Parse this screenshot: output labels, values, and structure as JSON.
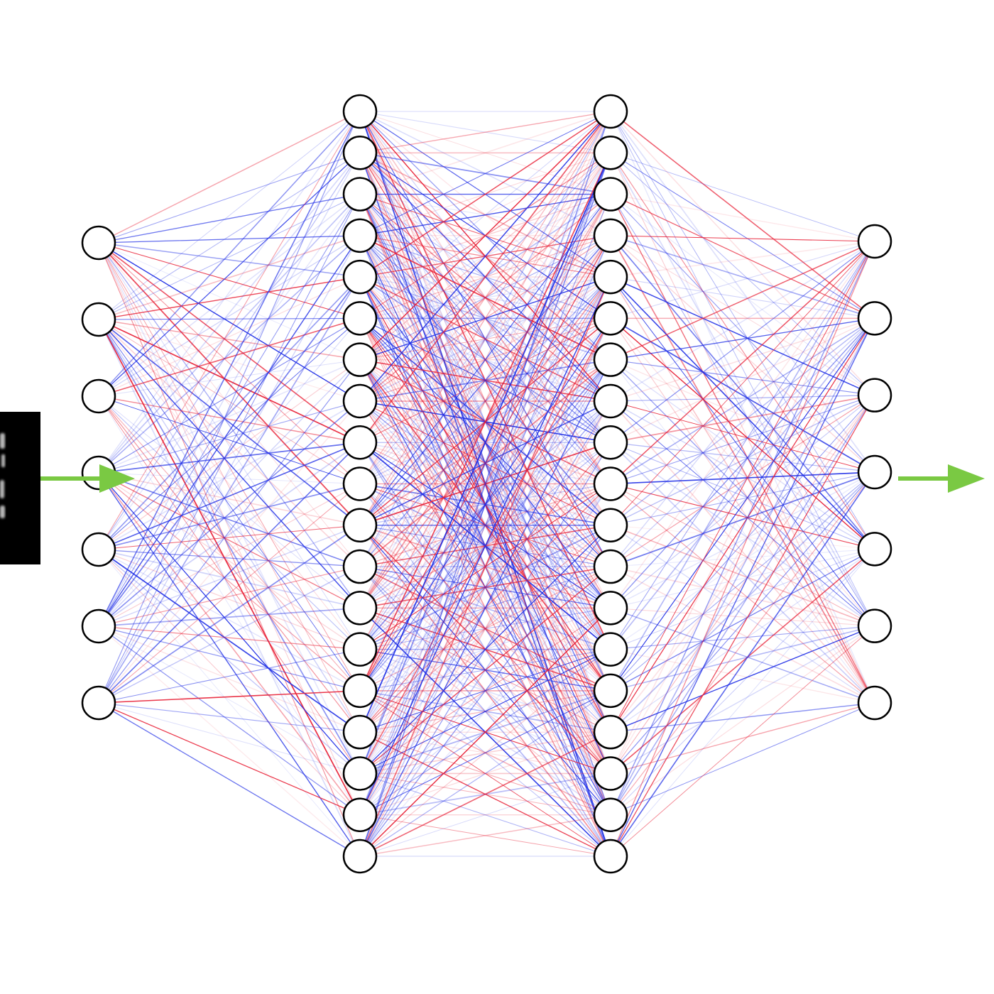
{
  "network": {
    "layers": [
      {
        "name": "input-layer",
        "node_count": 7
      },
      {
        "name": "hidden-layer-1",
        "node_count": 19
      },
      {
        "name": "hidden-layer-2",
        "node_count": 19
      },
      {
        "name": "output-layer",
        "node_count": 7
      }
    ],
    "positive_weight_color": "#1f2ee6",
    "negative_weight_color": "#e81f35",
    "node_fill": "#ffffff",
    "node_stroke": "#000000"
  },
  "input_image": {
    "background_color": "#000000"
  },
  "arrows": {
    "color": "#7ac943"
  }
}
